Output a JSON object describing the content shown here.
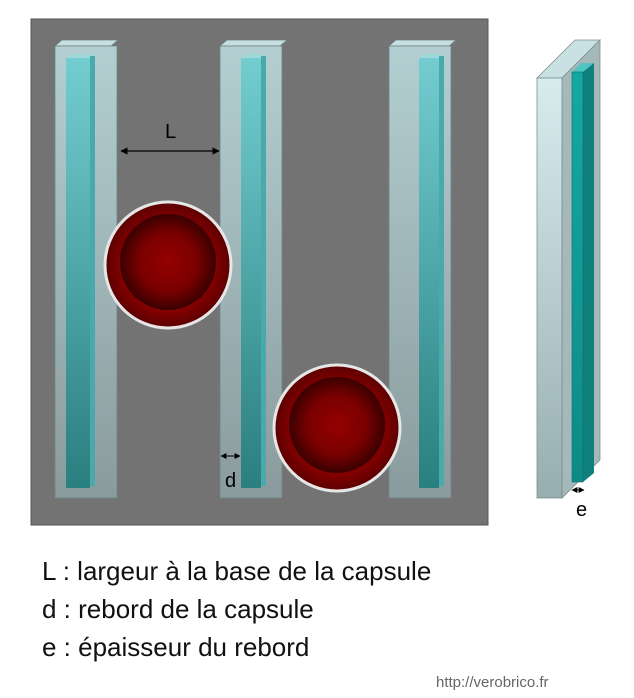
{
  "diagram": {
    "labels": {
      "L": "L",
      "d": "d",
      "e": "e"
    }
  },
  "legend": [
    {
      "symbol": "L",
      "text": "L : largeur à la base de la capsule"
    },
    {
      "symbol": "d",
      "text": "d : rebord de la capsule"
    },
    {
      "symbol": "e",
      "text": "e : épaisseur du rebord"
    }
  ],
  "credit": "http://verobrico.fr",
  "colors": {
    "panel": "#737373",
    "glass": "#a9c4c6",
    "teal": "#1aa39f",
    "capsule": "#8a0000"
  }
}
